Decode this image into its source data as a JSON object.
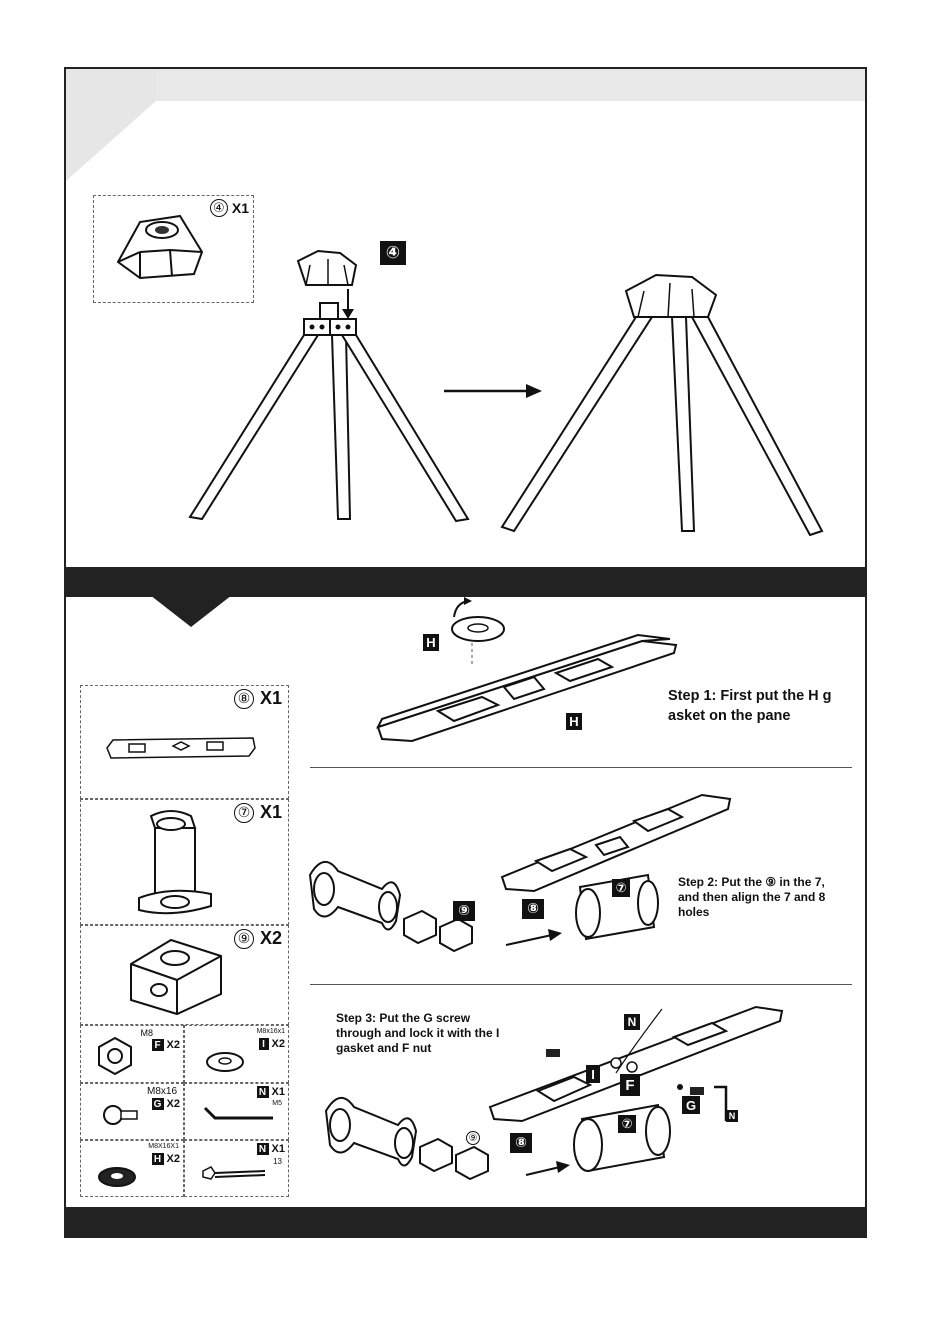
{
  "top_section": {
    "part_box": {
      "part_number": "④",
      "quantity": "X1"
    },
    "callout": {
      "part_number": "④"
    }
  },
  "bottom_section": {
    "parts": [
      {
        "part_number": "⑧",
        "quantity": "X1"
      },
      {
        "part_number": "⑦",
        "quantity": "X1"
      },
      {
        "part_number": "⑨",
        "quantity": "X2"
      }
    ],
    "hardware": [
      {
        "size": "M8",
        "letter": "F",
        "quantity": "X2"
      },
      {
        "size": "M8x16x1",
        "letter": "I",
        "quantity": "X2"
      },
      {
        "size": "M8x16",
        "letter": "G",
        "quantity": "X2"
      },
      {
        "size": "M5",
        "letter": "N",
        "quantity": "X1"
      },
      {
        "size": "M8X16X1",
        "letter": "H",
        "quantity": "X2"
      },
      {
        "size": "13",
        "letter": "N",
        "quantity": "X1"
      }
    ],
    "step1": {
      "text_line1": "Step 1: First put the H g",
      "text_line2": "asket on the pane",
      "labels": [
        "H",
        "H"
      ]
    },
    "step2": {
      "text_line1": "Step 2: Put the ⑨ in the 7,",
      "text_line2": "and then align the 7 and 8",
      "text_line3": "holes",
      "labels": [
        "⑨",
        "⑧",
        "⑦"
      ]
    },
    "step3": {
      "text_line1": "Step 3: Put the G screw",
      "text_line2": "through and lock it with the I",
      "text_line3": "gasket and F nut",
      "labels": [
        "N",
        "I",
        "F",
        "G",
        "N",
        "⑨",
        "⑧",
        "⑦"
      ]
    }
  },
  "colors": {
    "ink": "#111111",
    "banner": "#222222",
    "corner": "#e6e6e6",
    "dash": "#666666"
  }
}
